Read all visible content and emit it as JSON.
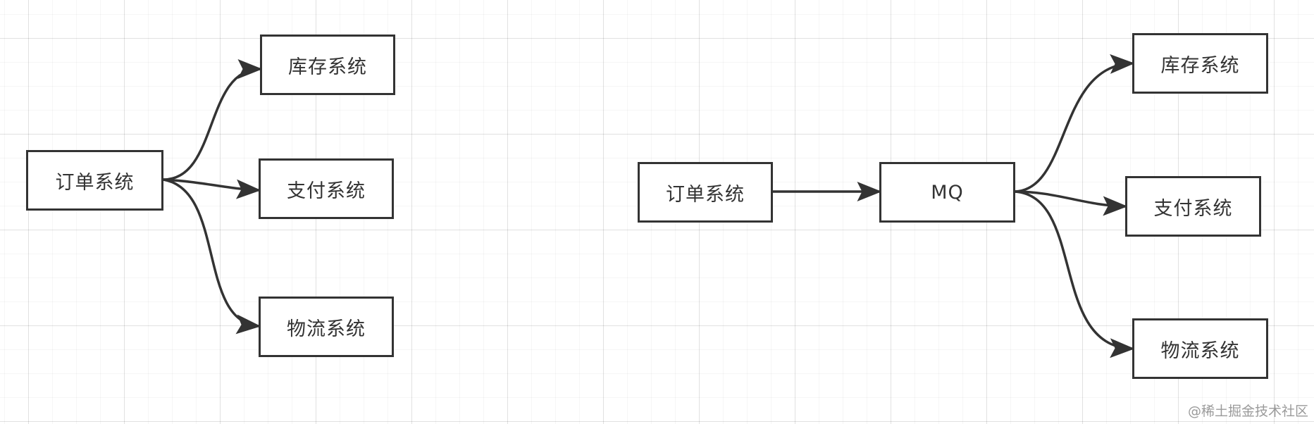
{
  "diagram_left": {
    "order": "订单系统",
    "inventory": "库存系统",
    "payment": "支付系统",
    "logistics": "物流系统"
  },
  "diagram_right": {
    "order": "订单系统",
    "mq": "MQ",
    "inventory": "库存系统",
    "payment": "支付系统",
    "logistics": "物流系统"
  },
  "watermark": "@稀土掘金技术社区",
  "colors": {
    "stroke": "#333333",
    "background": "#ffffff",
    "watermark": "#9a9a9a"
  }
}
